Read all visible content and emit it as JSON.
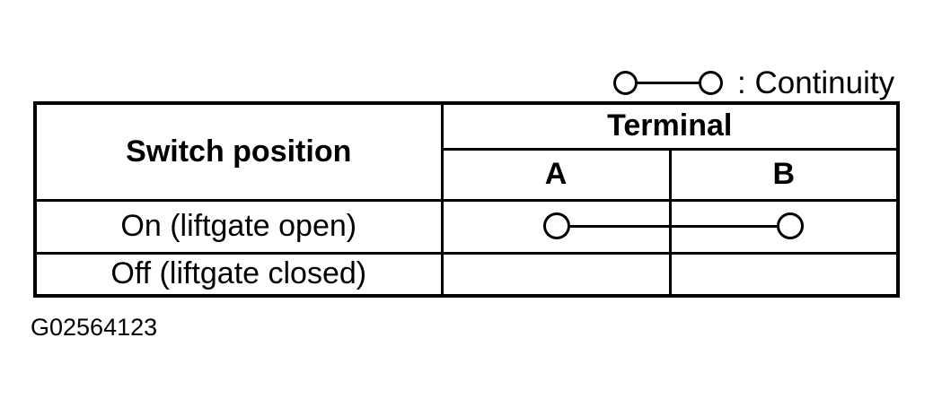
{
  "page": {
    "background": "#ffffff",
    "foreground": "#000000"
  },
  "legend": {
    "icon": "continuity-symbol",
    "label": ": Continuity"
  },
  "table": {
    "headers": {
      "switch_position": "Switch position",
      "terminal": "Terminal",
      "terminal_a": "A",
      "terminal_b": "B"
    },
    "rows": [
      {
        "position": "On (liftgate open)",
        "continuity_a_b": true
      },
      {
        "position": "Off (liftgate closed)",
        "continuity_a_b": false
      }
    ]
  },
  "caption": "G02564123"
}
